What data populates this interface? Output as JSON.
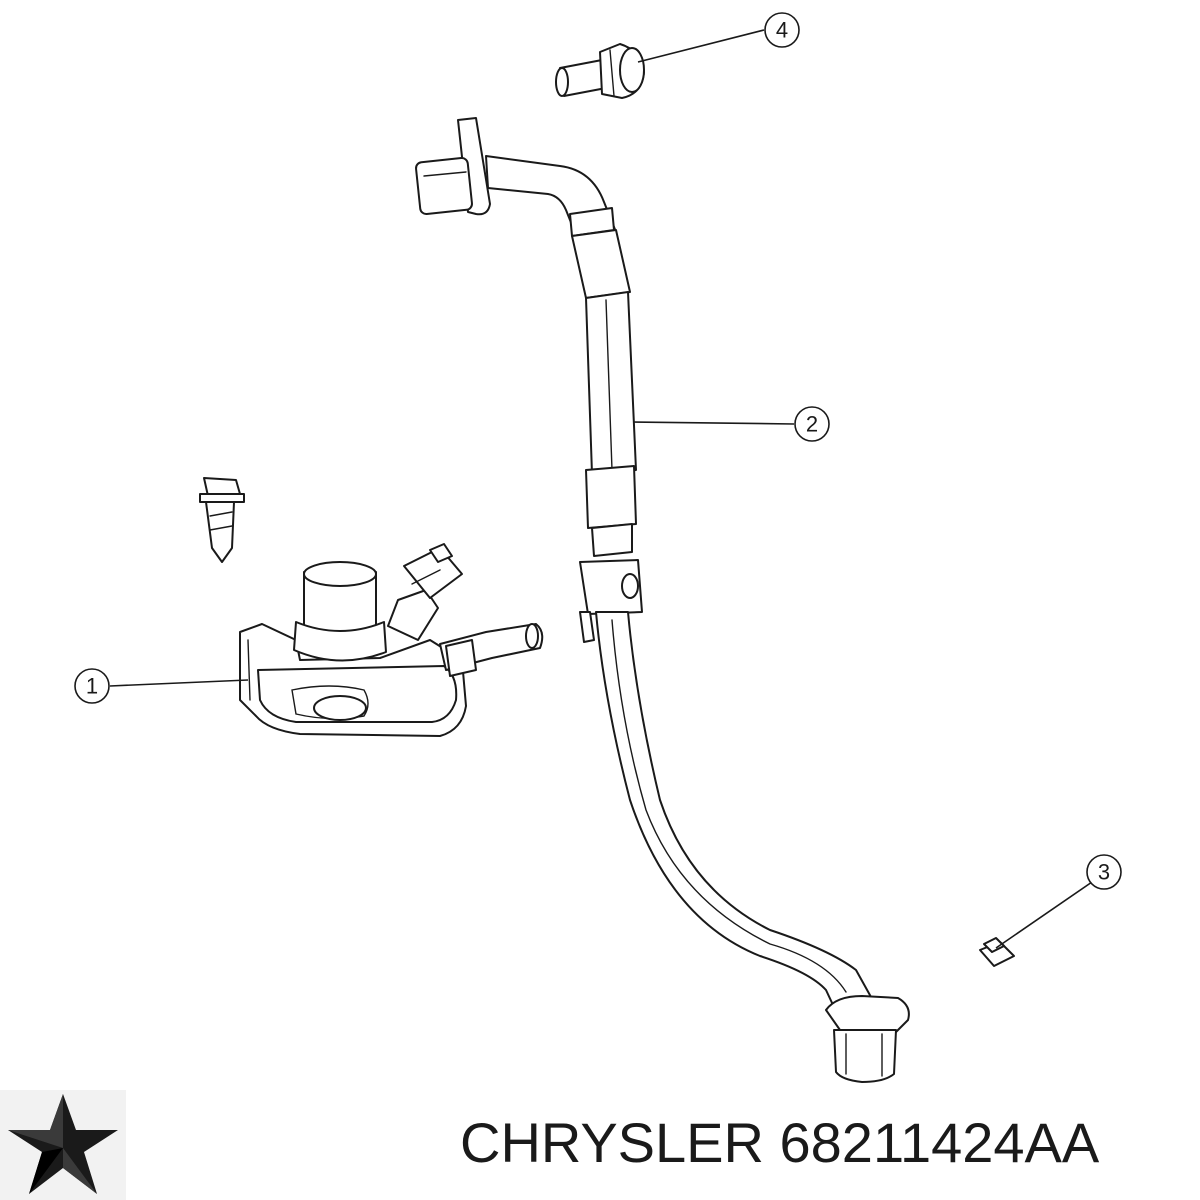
{
  "callouts": [
    {
      "id": "1",
      "label": "1"
    },
    {
      "id": "2",
      "label": "2"
    },
    {
      "id": "3",
      "label": "3"
    },
    {
      "id": "4",
      "label": "4"
    }
  ],
  "caption": {
    "brand": "CHRYSLER",
    "part_number": "68211424AA"
  },
  "logo": {
    "icon": "chrysler-pentastar-icon"
  },
  "colors": {
    "line": "#1a1a1a",
    "background": "#ffffff"
  }
}
